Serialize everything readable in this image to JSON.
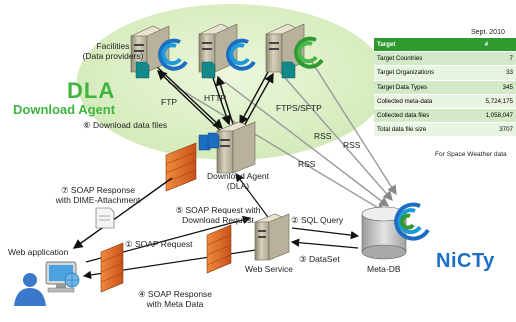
{
  "diagram": {
    "dla_title": "DLA",
    "dla_subtitle": "Download Agent",
    "facilities_label_1": "Facilities",
    "facilities_label_2": "(Data providers)",
    "ftp_label": "FTP",
    "http_label": "HTTP",
    "ftps_label": "FTPS/SFTP",
    "rss_label_1": "RSS",
    "rss_label_2": "RSS",
    "rss_label_3": "RSS",
    "step6_label": "⑥ Download data files",
    "download_agent_label_1": "Download Agent",
    "download_agent_label_2": "(DLA)",
    "step7_label_1": "⑦ SOAP Response",
    "step7_label_2": "with DIME-Attachment",
    "step5_label_1": "⑤ SOAP Request with",
    "step5_label_2": "Download Request",
    "step2_label": "② SQL Query",
    "step1_label": "① SOAP Request",
    "step3_label": "③ DataSet",
    "step4_label_1": "④ SOAP Response",
    "step4_label_2": "with Meta Data",
    "web_application_label": "Web application",
    "web_service_label": "Web Service",
    "meta_db_label": "Meta-DB",
    "nicty_logo": "NiCTy"
  },
  "stats_table": {
    "date": "Sept. 2010",
    "header": [
      "Target",
      "#"
    ],
    "rows": [
      {
        "label": "Target Countries",
        "value": "7"
      },
      {
        "label": "Target Organizations",
        "value": "33"
      },
      {
        "label": "Target Data Types",
        "value": "345"
      },
      {
        "label": "Collected meta-data",
        "value": "5,724,175"
      },
      {
        "label": "Collected data files",
        "value": "1,058,047"
      },
      {
        "label": "Total data file size",
        "value": "3707"
      }
    ],
    "footer": "For Space Weather data"
  },
  "colors": {
    "dla_green": "#3fb53f",
    "table_header": "#2f9a2f",
    "nicty_blue": "#1c6fc4",
    "firewall_orange": "#e06a2a",
    "ellipse_green": "#d6ecbc"
  }
}
